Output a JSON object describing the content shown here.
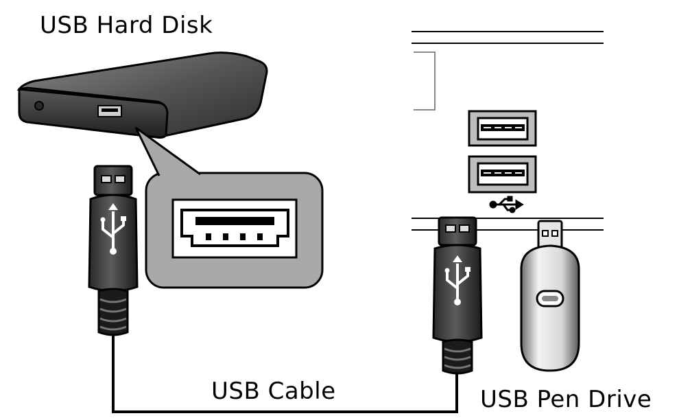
{
  "labels": {
    "hard_disk": "USB Hard Disk",
    "cable": "USB Cable",
    "pen_drive": "USB Pen Drive"
  },
  "colors": {
    "outline": "#000000",
    "disk_body": "#4a4a4a",
    "callout_fill": "#a9a9a9",
    "connector_fill": "#3b3b3b",
    "pen_body": "#d0d0d0"
  }
}
